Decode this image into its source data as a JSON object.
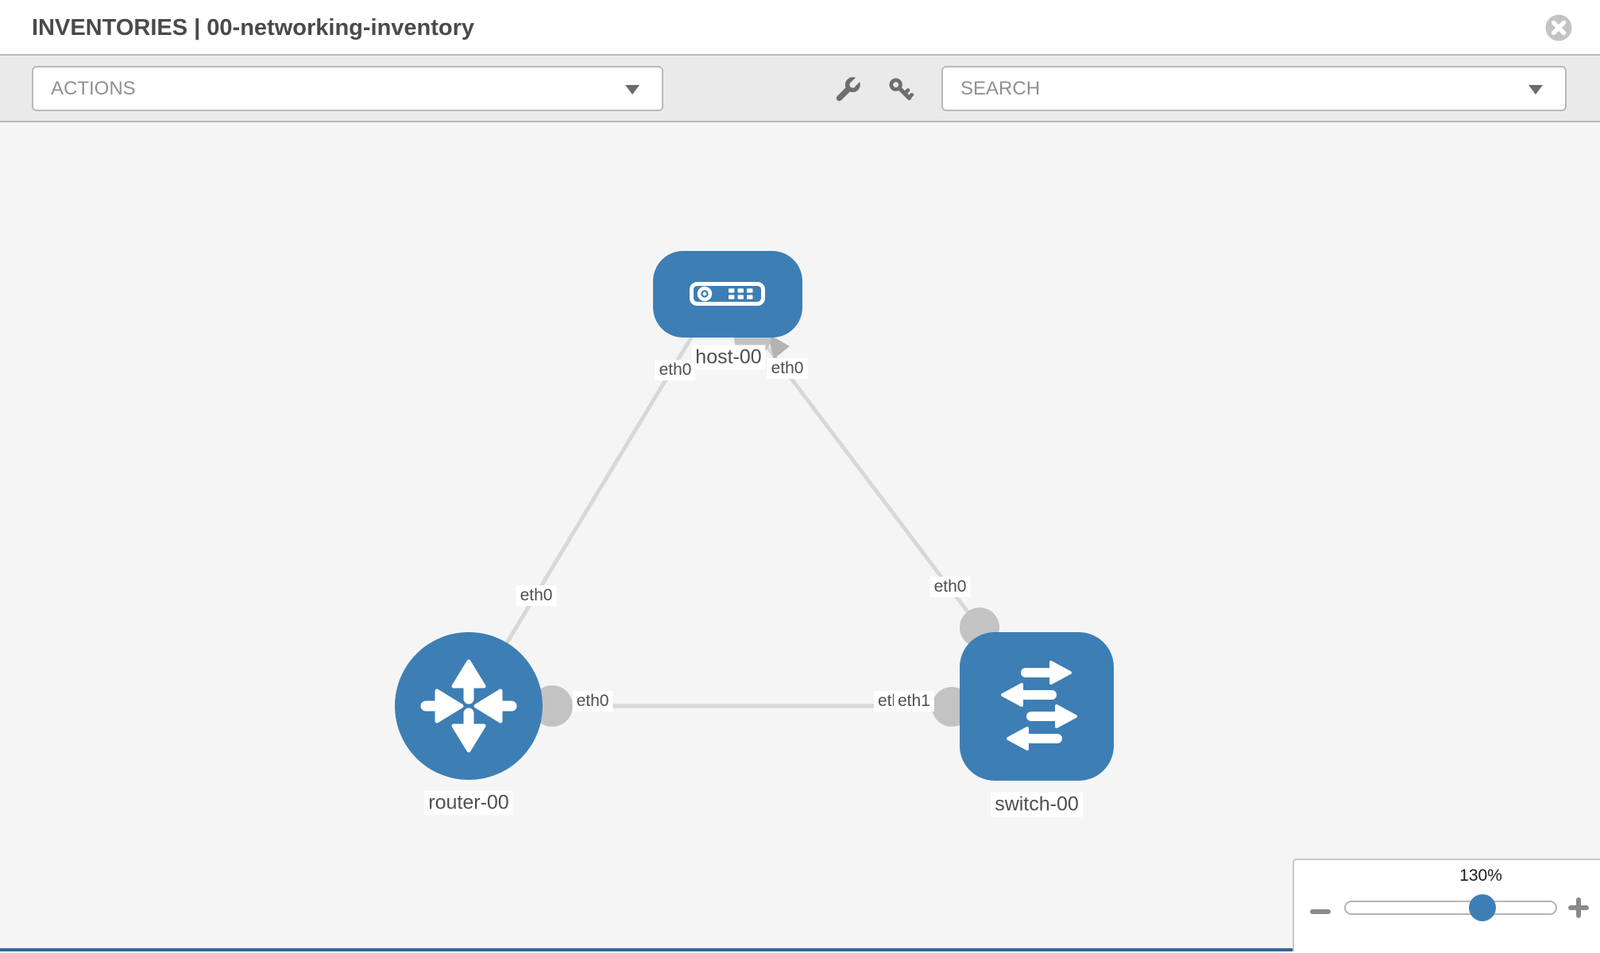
{
  "header": {
    "title": "INVENTORIES | 00-networking-inventory"
  },
  "toolbar": {
    "actions_label": "ACTIONS",
    "search_placeholder": "SEARCH",
    "icons": [
      "wrench",
      "key"
    ]
  },
  "zoom_control": {
    "value": "130%",
    "icons": {
      "zoom_out": "minus",
      "zoom_in": "plus"
    }
  },
  "topology": {
    "nodes": [
      {
        "id": "host-00",
        "type": "host",
        "label": "host-00"
      },
      {
        "id": "router-00",
        "type": "router",
        "label": "router-00"
      },
      {
        "id": "switch-00",
        "type": "switch",
        "label": "switch-00"
      }
    ],
    "links": [
      {
        "from": "router-00",
        "from_iface": "eth0",
        "to": "host-00",
        "to_iface": "eth0"
      },
      {
        "from": "switch-00",
        "from_iface": "eth0",
        "to": "host-00",
        "to_iface": "eth0"
      },
      {
        "from": "router-00",
        "from_iface": "eth0",
        "to": "switch-00",
        "to_iface": "eth1"
      }
    ],
    "node_labels": {
      "host": "host-00",
      "router": "router-00",
      "switch": "switch-00"
    },
    "iface_labels": {
      "host_left": "eth0",
      "host_right": "eth0",
      "router_uplink": "eth0",
      "switch_uplink": "eth0",
      "router_lan": "eth0",
      "switch_lan_hidden": "eth0",
      "switch_lan": "eth1"
    }
  },
  "colors": {
    "node_fill": "#3d7eb5",
    "edge": "#d8d8d8",
    "interface_dot": "#c3c3c3",
    "footer_strip": "#31669a"
  }
}
